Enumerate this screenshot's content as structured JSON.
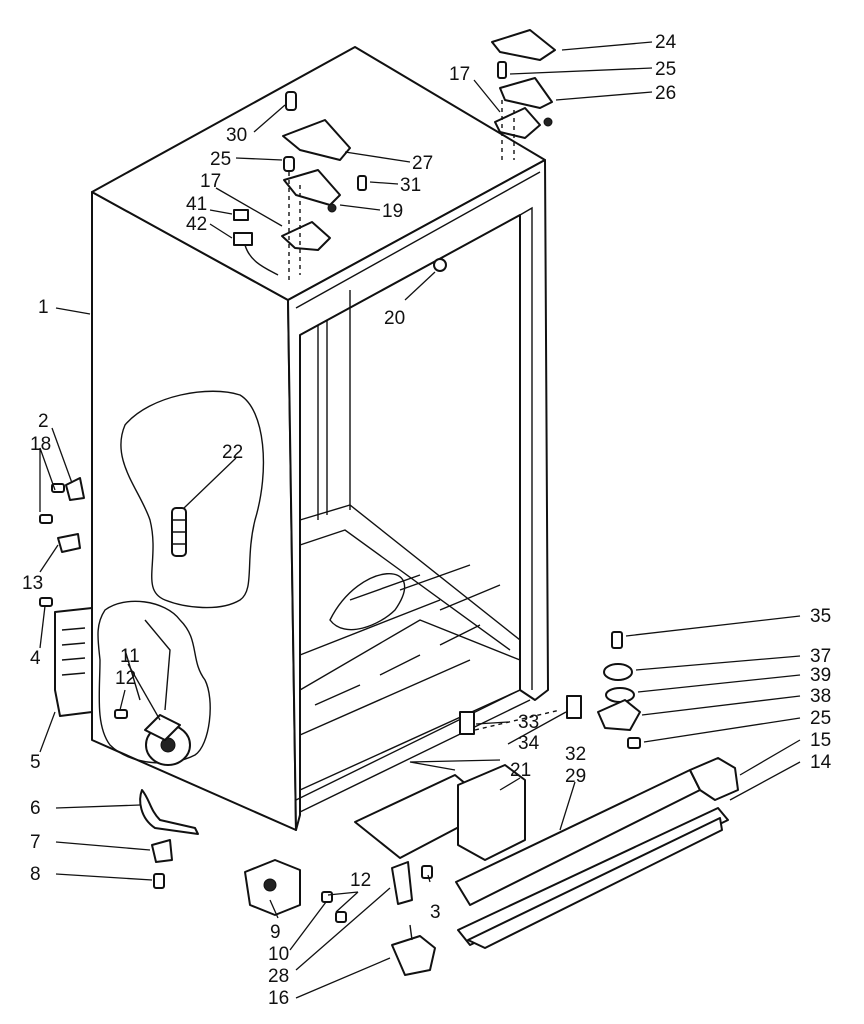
{
  "diagram": {
    "callouts": [
      {
        "id": "c24",
        "text": "24"
      },
      {
        "id": "c25a",
        "text": "25"
      },
      {
        "id": "c17a",
        "text": "17"
      },
      {
        "id": "c26",
        "text": "26"
      },
      {
        "id": "c30",
        "text": "30"
      },
      {
        "id": "c25b",
        "text": "25"
      },
      {
        "id": "c27",
        "text": "27"
      },
      {
        "id": "c17b",
        "text": "17"
      },
      {
        "id": "c31",
        "text": "31"
      },
      {
        "id": "c41",
        "text": "41"
      },
      {
        "id": "c19",
        "text": "19"
      },
      {
        "id": "c42",
        "text": "42"
      },
      {
        "id": "c1",
        "text": "1"
      },
      {
        "id": "c20",
        "text": "20"
      },
      {
        "id": "c2",
        "text": "2"
      },
      {
        "id": "c22",
        "text": "22"
      },
      {
        "id": "c18",
        "text": "18"
      },
      {
        "id": "c13",
        "text": "13"
      },
      {
        "id": "c4",
        "text": "4"
      },
      {
        "id": "c11",
        "text": "11"
      },
      {
        "id": "c12a",
        "text": "12"
      },
      {
        "id": "c5",
        "text": "5"
      },
      {
        "id": "c35",
        "text": "35"
      },
      {
        "id": "c37",
        "text": "37"
      },
      {
        "id": "c39",
        "text": "39"
      },
      {
        "id": "c38",
        "text": "38"
      },
      {
        "id": "c33",
        "text": "33"
      },
      {
        "id": "c34",
        "text": "34"
      },
      {
        "id": "c25c",
        "text": "25"
      },
      {
        "id": "c32",
        "text": "32"
      },
      {
        "id": "c15",
        "text": "15"
      },
      {
        "id": "c21",
        "text": "21"
      },
      {
        "id": "c29",
        "text": "29"
      },
      {
        "id": "c14",
        "text": "14"
      },
      {
        "id": "c6",
        "text": "6"
      },
      {
        "id": "c7",
        "text": "7"
      },
      {
        "id": "c8",
        "text": "8"
      },
      {
        "id": "c12b",
        "text": "12"
      },
      {
        "id": "c3",
        "text": "3"
      },
      {
        "id": "c9",
        "text": "9"
      },
      {
        "id": "c10",
        "text": "10"
      },
      {
        "id": "c28",
        "text": "28"
      },
      {
        "id": "c16",
        "text": "16"
      }
    ]
  }
}
